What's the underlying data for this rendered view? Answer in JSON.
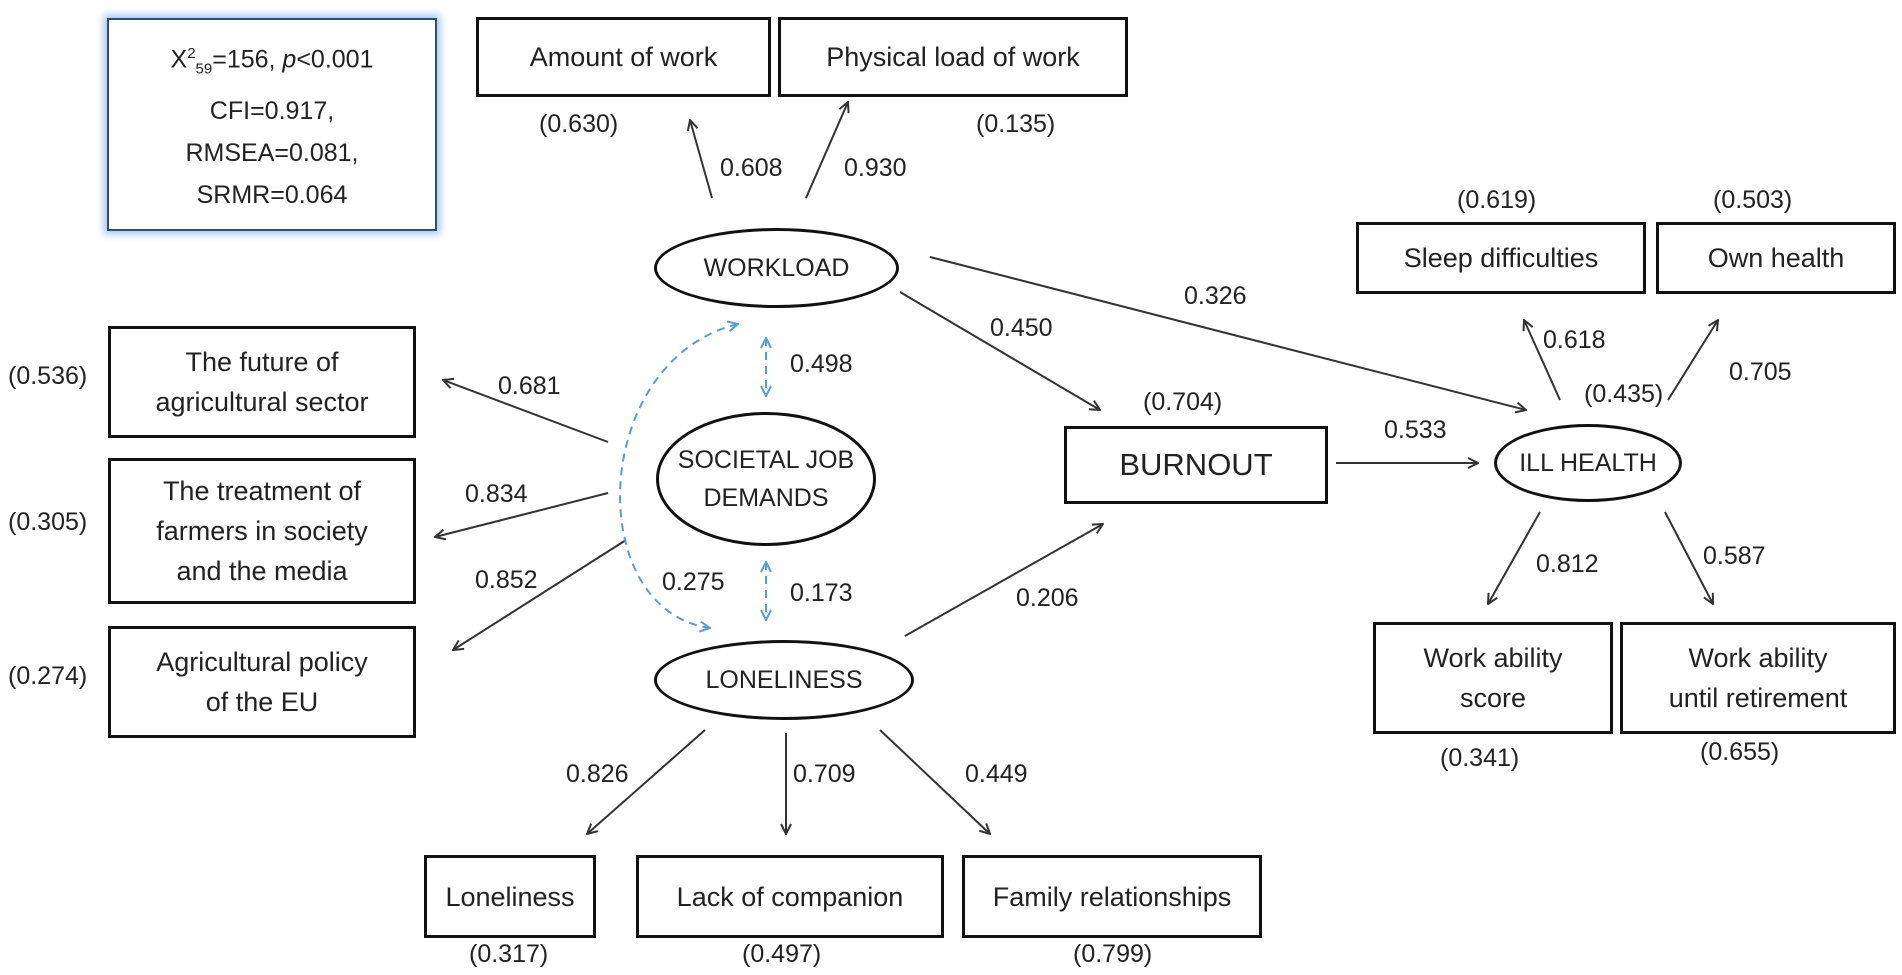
{
  "fit_stats": {
    "chi_prefix": "X",
    "chi_sup": "2",
    "chi_sub": "59",
    "chi_value": "=156, ",
    "p_symbol": "p",
    "p_value": "<0.001",
    "cfi": "CFI=0.917,",
    "rmsea": "RMSEA=0.081,",
    "srmr": "SRMR=0.064"
  },
  "latents": {
    "workload": "WORKLOAD",
    "societal": "SOCIETAL JOB\nDEMANDS",
    "loneliness": "LONELINESS",
    "burnout": "BURNOUT",
    "ill_health": "ILL HEALTH"
  },
  "indicators": {
    "amount_of_work": "Amount of work",
    "physical_load": "Physical load of work",
    "future_agri": "The future of\nagricultural sector",
    "treatment_farmers": "The treatment of\nfarmers in society\nand the media",
    "agri_policy": "Agricultural policy\nof the EU",
    "loneliness_ind": "Loneliness",
    "lack_companion": "Lack of companion",
    "family_rel": "Family relationships",
    "sleep": "Sleep difficulties",
    "own_health": "Own health",
    "work_ability_score": "Work ability\nscore",
    "work_ability_retirement": "Work ability\nuntil retirement"
  },
  "residuals": {
    "amount_of_work": "(0.630)",
    "physical_load": "(0.135)",
    "future_agri": "(0.536)",
    "treatment_farmers": "(0.305)",
    "agri_policy": "(0.274)",
    "loneliness_ind": "(0.317)",
    "lack_companion": "(0.497)",
    "family_rel": "(0.799)",
    "sleep": "(0.619)",
    "own_health": "(0.503)",
    "work_ability_score": "(0.341)",
    "work_ability_retirement": "(0.655)",
    "burnout": "(0.704)",
    "ill_health": "(0.435)"
  },
  "loadings": {
    "workload_amount": "0.608",
    "workload_physical": "0.930",
    "societal_future": "0.681",
    "societal_treatment": "0.834",
    "societal_policy": "0.852",
    "lonely_loneliness": "0.826",
    "lonely_companion": "0.709",
    "lonely_family": "0.449",
    "ill_sleep": "0.618",
    "ill_own": "0.705",
    "ill_score": "0.812",
    "ill_retirement": "0.587"
  },
  "paths": {
    "workload_illhealth": "0.326",
    "workload_burnout": "0.450",
    "loneliness_burnout": "0.206",
    "burnout_illhealth": "0.533"
  },
  "covariances": {
    "workload_societal": "0.498",
    "societal_loneliness": "0.173",
    "workload_loneliness": "0.275"
  },
  "colors": {
    "arrow": "#333333",
    "covariance": "#5b9bd5",
    "fitbox_glow": "#9fc2ea"
  }
}
